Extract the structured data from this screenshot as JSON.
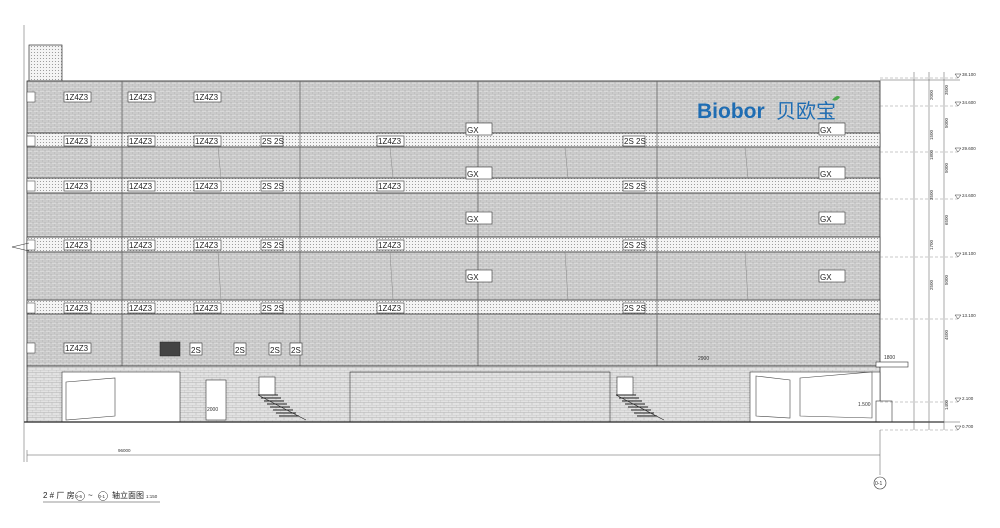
{
  "drawing": {
    "caption": "2 # 厂 房",
    "axis_start": "0-6",
    "axis_end": "0-1",
    "caption_suffix": "轴立面图",
    "scale": "1:150",
    "bottom_grid_label": "0-1"
  },
  "logo": {
    "en": "Biobor",
    "cn": "贝欧宝",
    "color": "#1f6db3"
  },
  "elevations": [
    {
      "value": "38.100"
    },
    {
      "value": "34.600"
    },
    {
      "value": "29.600"
    },
    {
      "value": "24.600"
    },
    {
      "value": "18.100"
    },
    {
      "value": "13.100"
    },
    {
      "value": "2.100"
    },
    {
      "value": "0.700"
    }
  ],
  "floor_dims": [
    "3500",
    "5000",
    "5000",
    "6500",
    "5000",
    "4500",
    "1400"
  ],
  "sub_dims": [
    "2000",
    "1500",
    "1800",
    "3500",
    "1700",
    "2500"
  ],
  "overall_width": "96000",
  "inner_labels": {
    "grade": "1.500",
    "left": "2000",
    "canopy": "1800",
    "mid": "2900"
  },
  "window_labels": {
    "sign": "GX",
    "type_a": "1Z4Z3",
    "type_b": "2S"
  }
}
